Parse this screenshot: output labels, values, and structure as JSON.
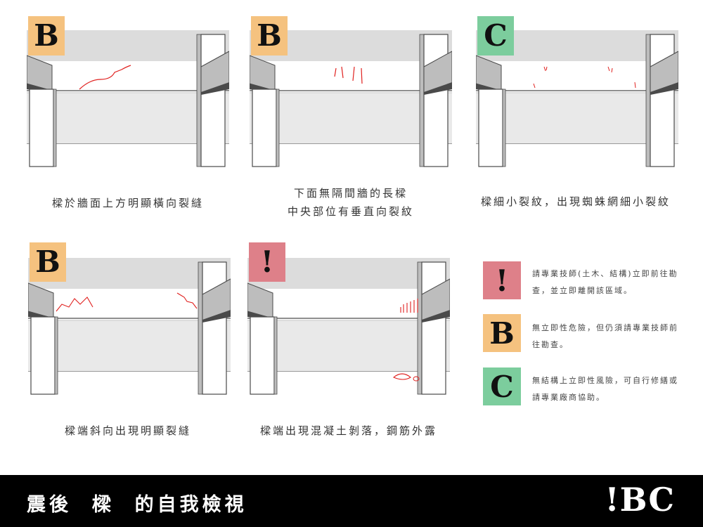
{
  "panels": [
    {
      "badge": "B",
      "badge_color": "#f5c27f",
      "caption": "樑於牆面上方明顯橫向裂縫"
    },
    {
      "badge": "B",
      "badge_color": "#f5c27f",
      "caption": "下面無隔間牆的長樑\n中央部位有垂直向裂紋"
    },
    {
      "badge": "C",
      "badge_color": "#7ccd9d",
      "caption": "樑細小裂紋，出現蜘蛛網細小裂紋"
    },
    {
      "badge": "B",
      "badge_color": "#f5c27f",
      "caption": "樑端斜向出現明顯裂縫"
    },
    {
      "badge": "!",
      "badge_color": "#de8089",
      "caption": "樑端出現混凝土剝落，鋼筋外露"
    }
  ],
  "legend": [
    {
      "badge": "!",
      "color": "#de8089",
      "text": "請專業技師(土木、結構)立即前往勘查，並立即離開該區域。"
    },
    {
      "badge": "B",
      "color": "#f5c27f",
      "text": "無立即性危險，但仍須請專業技師前往勘查。"
    },
    {
      "badge": "C",
      "color": "#7ccd9d",
      "text": "無結構上立即性風險，可自行修繕或請專業廠商協助。"
    }
  ],
  "footer": {
    "title": "震後  樑  的自我檢視",
    "logo": "!BC"
  },
  "colors": {
    "crack": "#e0201e",
    "frame_dark": "#4a4a4a",
    "frame_light": "#dcdcdc"
  }
}
